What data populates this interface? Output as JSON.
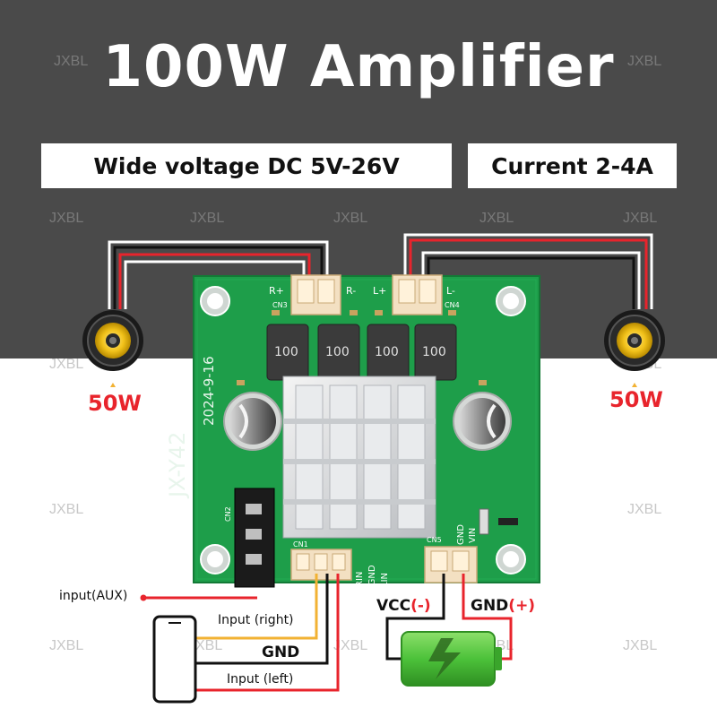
{
  "title": "100W Amplifier",
  "specs": {
    "voltage": "Wide voltage DC 5V-26V",
    "current": "Current 2-4A"
  },
  "watermark": "JXBL",
  "speakers": {
    "left_power": "50W",
    "right_power": "50W"
  },
  "board": {
    "model": "JX-Y42",
    "date": "2024-9-16",
    "inductor_marking": "100",
    "connectors": {
      "r_plus": "R+",
      "r_minus": "R-",
      "l_plus": "L+",
      "l_minus": "L-",
      "cn1": "CN1",
      "cn2": "CN2",
      "cn3": "CN3",
      "cn4": "CN4",
      "cn5": "CN5",
      "rin": "RIN",
      "agnd": "AGND",
      "lin": "LIN",
      "gnd": "GND",
      "vin": "VIN"
    }
  },
  "wiring": {
    "input_aux": "input(AUX)",
    "input_right": "Input (right)",
    "gnd": "GND",
    "input_left": "Input (left)",
    "vcc_text": "VCC",
    "vcc_sign": "(-)",
    "gnd_power_text": "GND",
    "gnd_power_sign": "(+)"
  },
  "colors": {
    "band": "#4a4a4a",
    "pcb": "#1e9e4a",
    "wire_red": "#e8242c",
    "wire_black": "#111111",
    "wire_yellow": "#f2b233",
    "battery": "#4cc23a"
  }
}
